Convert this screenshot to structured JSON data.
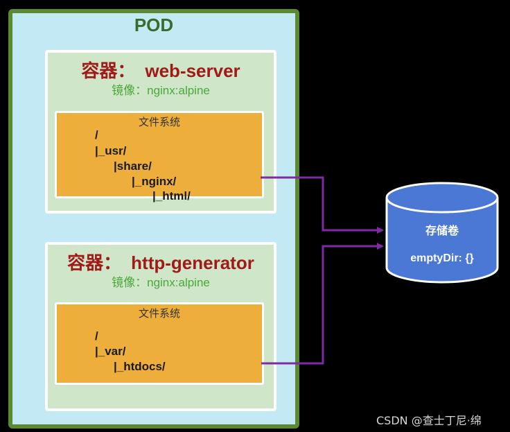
{
  "pod": {
    "title": "POD"
  },
  "containers": [
    {
      "label": "容器：",
      "name": "web-server",
      "image": "镜像：nginx:alpine",
      "fs_title": "文件系统",
      "paths": [
        "/",
        "|_usr/",
        "|share/",
        "|_nginx/",
        "|_html/"
      ]
    },
    {
      "label": "容器：",
      "name": "http-generator",
      "image": "镜像：nginx:alpine",
      "fs_title": "文件系统",
      "paths": [
        "/",
        "|_var/",
        "|_htdocs/"
      ]
    }
  ],
  "volume": {
    "title": "存储卷",
    "type": "emptyDir: {}"
  },
  "watermark": "CSDN @查士丁尼·绵",
  "colors": {
    "pod_fill": "#c3eaf4",
    "pod_border": "#5c8a32",
    "container_fill": "#cfe6c8",
    "fs_fill": "#eeae3b",
    "title_red": "#a01a1a",
    "image_green": "#4aa83a",
    "volume_blue": "#4a78d4",
    "arrow_purple": "#7d2aa3"
  }
}
